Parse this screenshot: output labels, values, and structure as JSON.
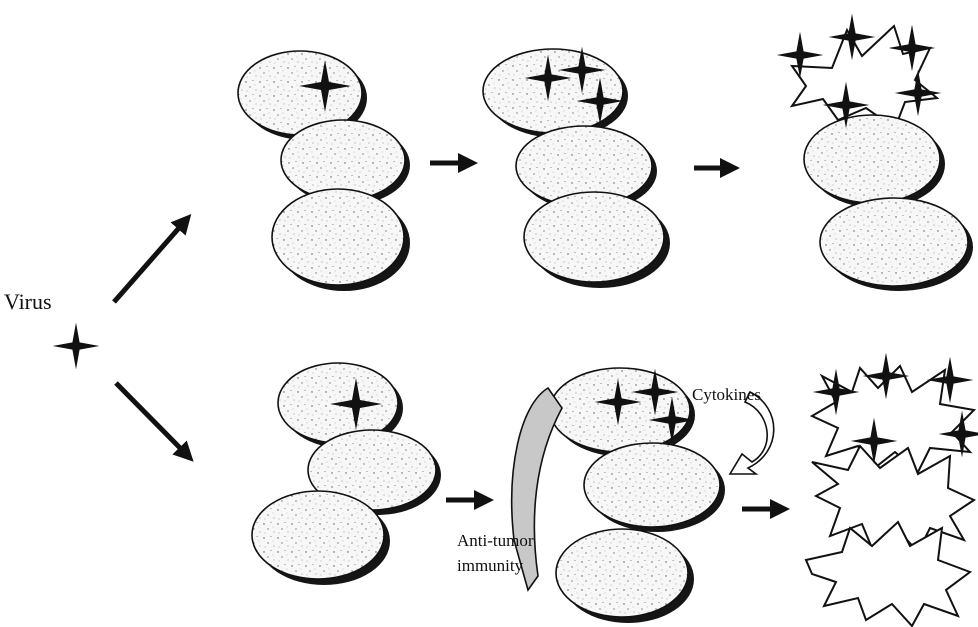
{
  "labels": {
    "virus": "Virus",
    "cytokines": "Cytokines",
    "anti_tumor": "Anti-tumor",
    "immunity": "immunity"
  },
  "colors": {
    "ink": "#111111",
    "cell_fill": "#f7f7f7",
    "cell_shadow": "#151515",
    "speckle": "#555555",
    "immunity_arc": "#c8c8c8"
  },
  "icons": {
    "virus": "four-point-star-icon",
    "cell": "cloud-shaped-tumor-cell",
    "lysed_cell": "starburst-burst-cell"
  }
}
